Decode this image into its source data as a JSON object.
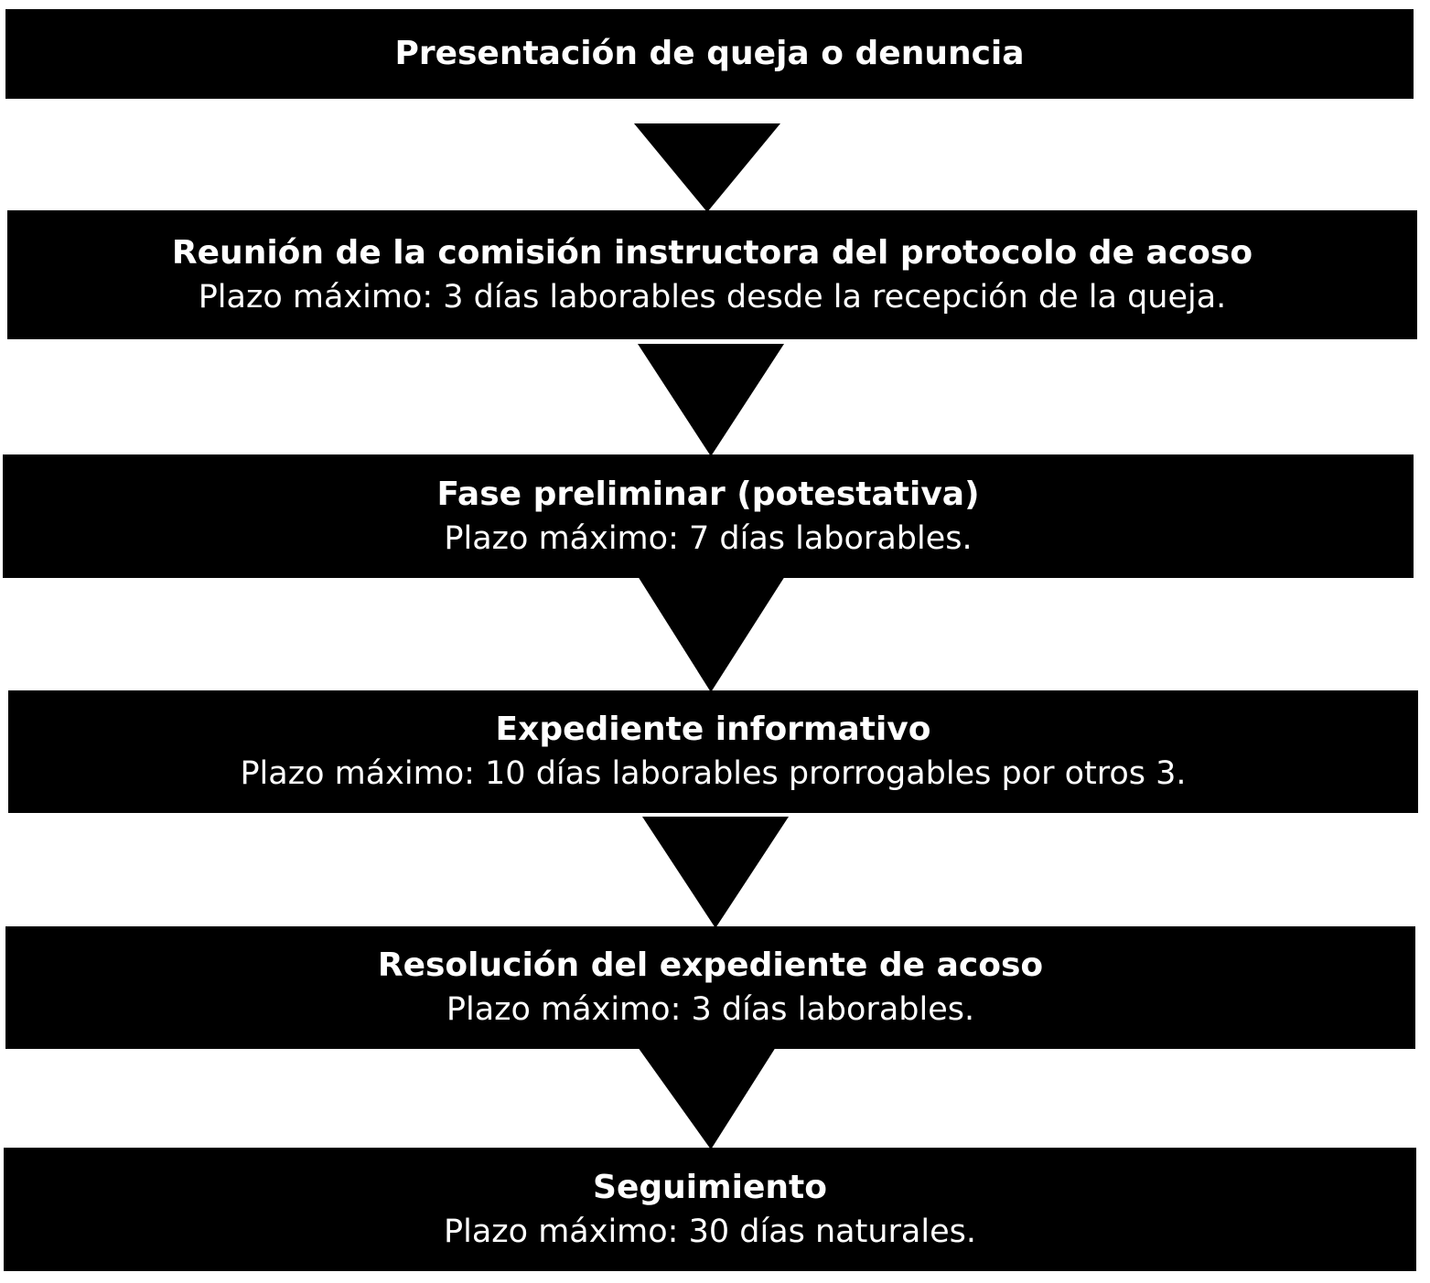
{
  "steps": [
    {
      "title": "Presentación de queja o denuncia",
      "detail": null
    },
    {
      "title": "Reunión de la comisión instructora del protocolo de acoso",
      "detail": "Plazo máximo: 3 días laborables desde la recepción de la queja."
    },
    {
      "title": "Fase preliminar (potestativa)",
      "detail": "Plazo máximo: 7 días laborables."
    },
    {
      "title": "Expediente informativo",
      "detail": "Plazo máximo: 10 días laborables prorrogables por otros 3."
    },
    {
      "title": "Resolución del expediente de acoso",
      "detail": "Plazo máximo: 3 días laborables."
    },
    {
      "title": "Seguimiento",
      "detail": "Plazo máximo: 30 días naturales."
    }
  ],
  "colors": {
    "box": "#000000",
    "text": "#ffffff",
    "arrow": "#000000"
  }
}
